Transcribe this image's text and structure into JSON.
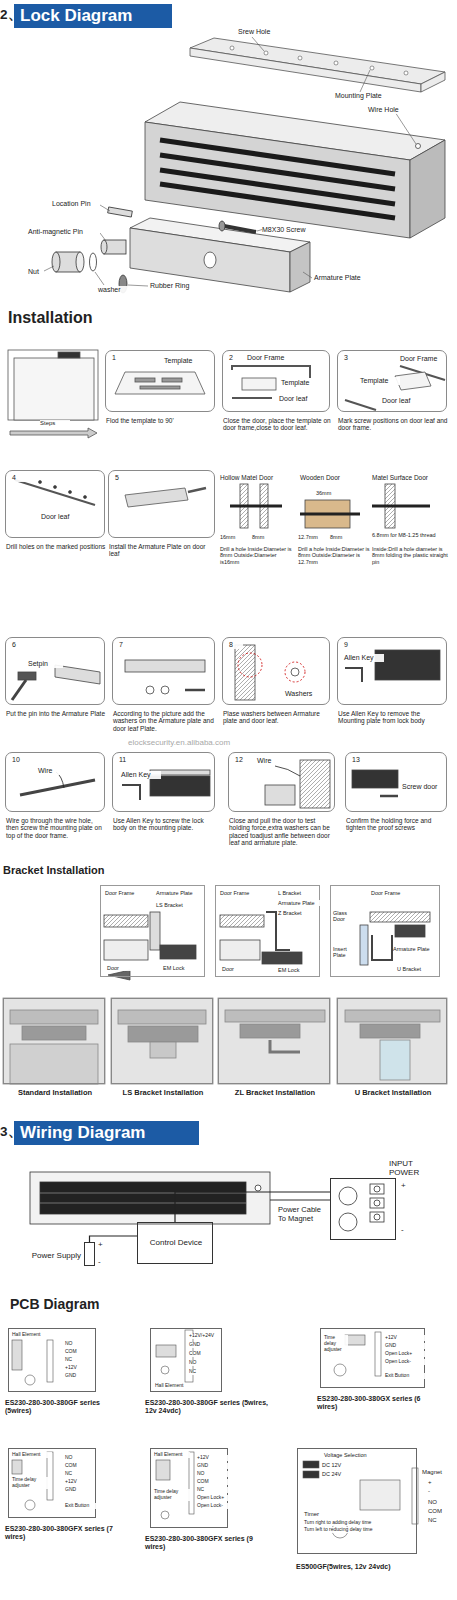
{
  "diagram": {
    "nodes": [
      {
        "text": [
          "2、",
          "Lock Diagram"
        ]
      },
      {
        "text": [
          "1",
          "Template",
          "Flod the template to 90'"
        ]
      },
      {
        "text": [
          "2",
          "Door Frame",
          "Template",
          "Door leaf",
          "Close the door, place the template on door frame,close to door leaf."
        ]
      },
      {
        "text": [
          "3",
          "Door Frame",
          "Template",
          "Door leaf",
          "Mark screw positions on door leaf and door frame."
        ]
      },
      {
        "text": [
          "4",
          "Door leaf",
          "Drill holes on the marked positions"
        ]
      },
      {
        "text": [
          "5",
          "Install the Armature Plate on door leaf"
        ]
      },
      {
        "text": [
          "6",
          "Setpin",
          "Put the pin into the Armature Plate"
        ]
      },
      {
        "text": [
          "7",
          "According to the picture add the washers on the Armature plate and door leaf Plate."
        ]
      },
      {
        "text": [
          "8",
          "Washers",
          "Plase washers between Armature plate and door leaf."
        ]
      },
      {
        "text": [
          "9",
          "Allen Key",
          "Use Allen Key to remove the Mounting plate from lock body"
        ]
      },
      {
        "text": [
          "10",
          "Wire",
          "Wire go through the wire hole, then screw the mounting plate on top of the door frame."
        ]
      },
      {
        "text": [
          "11",
          "Allen Key",
          "Use Allen Key to screw the lock body on the mounting plate."
        ]
      },
      {
        "text": [
          "12",
          "Wire",
          "Close and pull the door to test holding force,extra washers can be placed toadjust anfle between door leaf and armature plate."
        ]
      },
      {
        "text": [
          "13",
          "Screw door",
          "Confirm the holding force and tighten the proof screws"
        ]
      },
      {
        "text": [
          "Door Frame",
          "Armature Plate",
          "LS Bracket",
          "Door",
          "EM Lock"
        ]
      },
      {
        "text": [
          "Door Frame",
          "L Bracket",
          "Armature Plate",
          "Z Bracket",
          "Door",
          "EM Lock"
        ]
      },
      {
        "text": [
          "Door Frame",
          "Glass Door",
          "Insert Plate",
          "U Bracket",
          "Armature Plate"
        ]
      },
      {
        "text": [
          "Standard Installation"
        ]
      },
      {
        "text": [
          "LS Bracket Installation"
        ]
      },
      {
        "text": [
          "ZL Bracket Installation"
        ]
      },
      {
        "text": [
          "U Bracket Installation"
        ]
      },
      {
        "text": [
          "3、",
          "Wiring Diagram"
        ]
      },
      {
        "text": [
          "Control Device"
        ]
      },
      {
        "text": [
          "Power Supply",
          "+",
          "-"
        ]
      },
      {
        "text": [
          "INPUT POWER",
          "+",
          "-"
        ]
      },
      {
        "text": [
          "Hall Element",
          "NO",
          "COM",
          "NC",
          "+12V",
          "GND",
          "ES230-280-300-380GF series (5wires)"
        ]
      },
      {
        "text": [
          "+12V/+24V",
          "GND",
          "COM",
          "NO",
          "NC",
          "Hall Element",
          "ES230-280-300-380GF series (5wires, 12v 24vdc)"
        ]
      },
      {
        "text": [
          "Time delay adjuster",
          "+12V",
          "GND",
          "Open Lock+",
          "Open Lock-",
          "Exit Button",
          "ES230-280-300-380GX series (6 wires)"
        ]
      },
      {
        "text": [
          "Hall Element",
          "Time delay adjuster",
          "NO",
          "COM",
          "NC",
          "+12V",
          "GND",
          "Exit Button",
          "ES230-280-300-380GFX series (7 wires)"
        ]
      },
      {
        "text": [
          "Hall Element",
          "Time delay adjuster",
          "+12V",
          "GND",
          "NO",
          "COM",
          "NC",
          "Open Lock+",
          "Open Lock-",
          "ES230-280-300-380GFX series (9 wires)"
        ]
      },
      {
        "text": [
          "Voltage Selection",
          "DC 12V",
          "DC 24V",
          "Timer",
          "Turn right to adding delay time",
          "Turn left to reducing delay time",
          "Magnet",
          "+",
          "-",
          "NO",
          "COM",
          "NC",
          "ES500GF(5wires, 12v 24vdc)"
        ]
      }
    ],
    "edges": [
      {
        "from": 23,
        "to": 22,
        "arrow": "none"
      },
      {
        "from": 22,
        "to": 24,
        "arrow": "none"
      }
    ],
    "labels": [
      "Srew Hole",
      "Mounting Plate",
      "Wire Hole",
      "Location Pin",
      "M8X30 Screw",
      "Anti-magnetic Pin",
      "Nut",
      "washer",
      "Rubber Ring",
      "Armature Plate",
      "Installation",
      "Steps",
      "Hollow Matel Door",
      "16mm",
      "8mm",
      "Drill a hole Inside:Diameter is 8mm Outside:Diameter is16mm",
      "Wooden Door",
      "36mm",
      "12.7mm",
      "8mm",
      "Drill a hole Inside:Diameter is 8mm Outside:Diameter is 12.7mm",
      "Matel Surface Door",
      "6.8mm for M8-1.25 thread",
      "Inside:Drill a hole diameter is 8mm folding the plastic straight pin",
      "elocksecurity.en.alibaba.com",
      "Bracket Installation",
      "Power Cable To Magnet",
      "PCB Diagram"
    ]
  }
}
